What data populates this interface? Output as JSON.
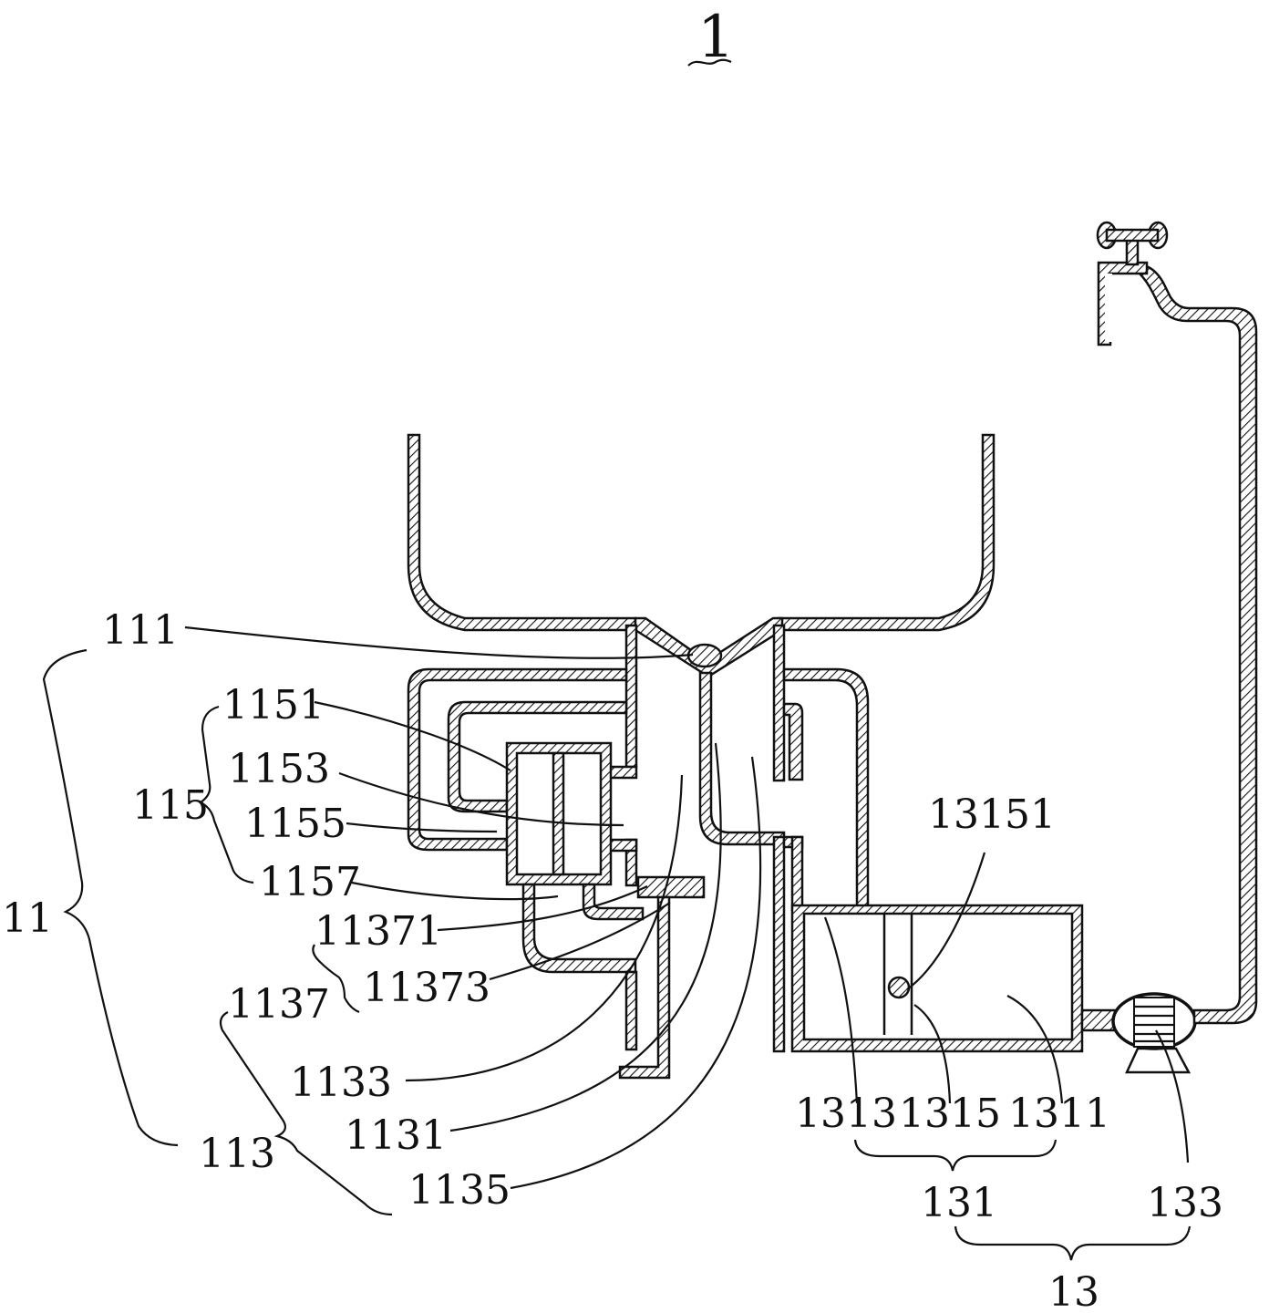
{
  "figure": {
    "title_number": "1",
    "labels": {
      "l111": "111",
      "l11": "11",
      "l113": "113",
      "l115": "115",
      "l1151": "1151",
      "l1153": "1153",
      "l1155": "1155",
      "l1157": "1157",
      "l11371": "11371",
      "l11373": "11373",
      "l1137": "1137",
      "l1133": "1133",
      "l1131": "1131",
      "l1135": "1135",
      "l13151": "13151",
      "l1313": "1313",
      "l1315": "1315",
      "l1311": "1311",
      "l131": "131",
      "l133": "133",
      "l13": "13"
    }
  }
}
